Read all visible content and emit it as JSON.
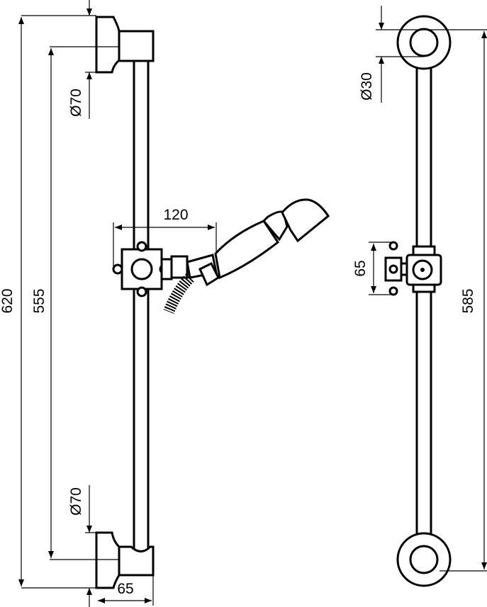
{
  "title": "Shower rail technical drawing",
  "dimensions": {
    "total_height": "620",
    "bracket_spacing": "555",
    "bracket_diameter_top": "Ø70",
    "bracket_diameter_bottom": "Ø70",
    "bracket_depth": "65",
    "handshower_reach": "120",
    "ring_diameter": "Ø30",
    "slider_height": "65",
    "rail_length": "585"
  },
  "colors": {
    "line": "#000000",
    "background": "#ffffff"
  }
}
